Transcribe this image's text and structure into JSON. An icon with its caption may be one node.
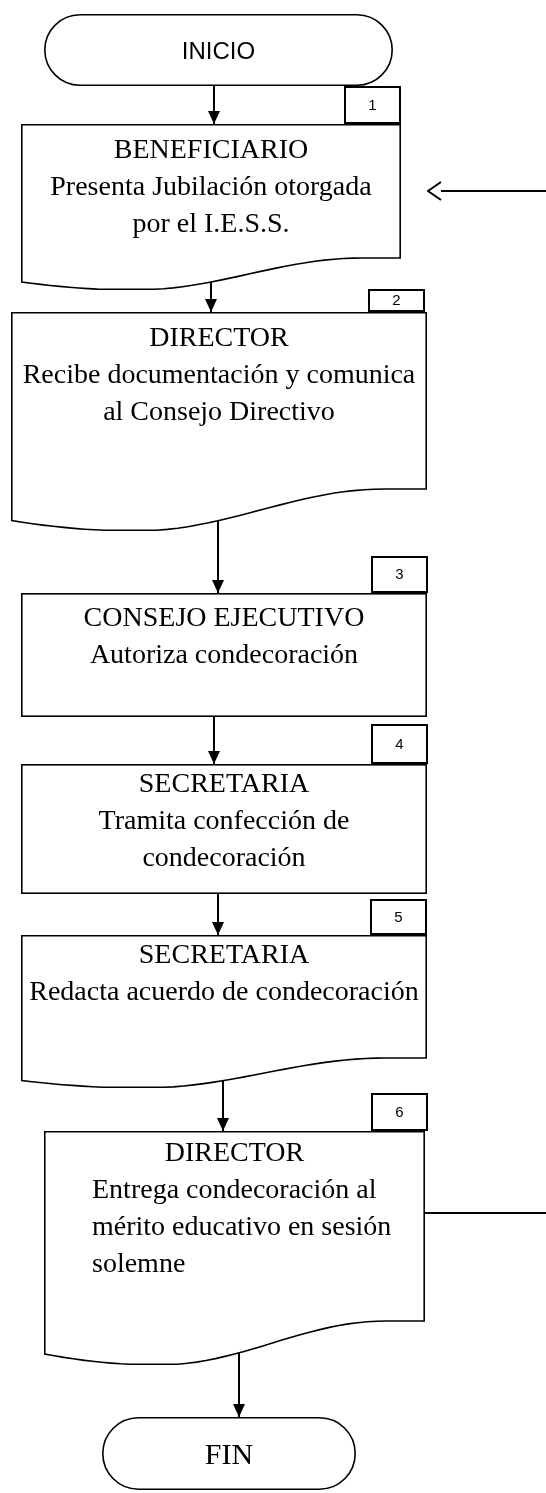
{
  "diagram": {
    "nodes": [
      {
        "text": [
          "INICIO"
        ]
      },
      {
        "text": [
          "BENEFICIARIO",
          "Presenta Jubilación otorgada por el I.E.S.S."
        ],
        "beside": [
          "1"
        ]
      },
      {
        "text": [
          "DIRECTOR",
          "Recibe documentación y comunica al Consejo Directivo"
        ],
        "beside": [
          "2"
        ]
      },
      {
        "text": [
          "CONSEJO EJECUTIVO",
          "Autoriza condecoración"
        ],
        "beside": [
          "3"
        ]
      },
      {
        "text": [
          "SECRETARIA",
          "Tramita confección de condecoración"
        ],
        "beside": [
          "4"
        ]
      },
      {
        "text": [
          "SECRETARIA",
          "Redacta acuerdo de condecoración"
        ],
        "beside": [
          "5"
        ]
      },
      {
        "text": [
          "DIRECTOR",
          "Entrega condecoración al mérito educativo en sesión solemne"
        ],
        "beside": [
          "6"
        ]
      },
      {
        "text": [
          "FIN"
        ]
      }
    ],
    "edges": [
      {
        "from": 0,
        "to": 1,
        "arrow": "to"
      },
      {
        "from": 1,
        "to": 2,
        "arrow": "to"
      },
      {
        "from": 2,
        "to": 3,
        "arrow": "to"
      },
      {
        "from": 3,
        "to": 4,
        "arrow": "to"
      },
      {
        "from": 4,
        "to": 5,
        "arrow": "to"
      },
      {
        "from": 5,
        "to": 6,
        "arrow": "to"
      },
      {
        "from": 6,
        "to": 7,
        "arrow": "to"
      },
      {
        "from": null,
        "to": 1,
        "arrow": "to"
      },
      {
        "from": 6,
        "to": null,
        "arrow": "none"
      }
    ]
  }
}
